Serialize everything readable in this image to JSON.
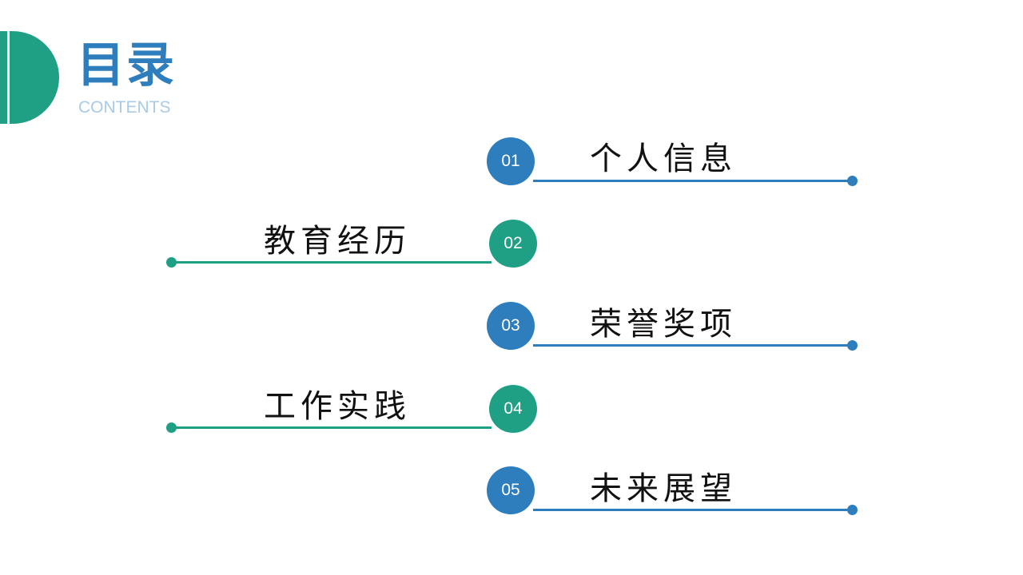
{
  "theme": {
    "blue": "#2e7dbd",
    "green": "#1fa085",
    "subtitle_color": "#a9cbe6",
    "text_color": "#111111"
  },
  "header": {
    "title": "目录",
    "subtitle": "CONTENTS"
  },
  "items": [
    {
      "number": "01",
      "label": "个人信息",
      "side": "right",
      "color": "blue"
    },
    {
      "number": "02",
      "label": "教育经历",
      "side": "left",
      "color": "green"
    },
    {
      "number": "03",
      "label": "荣誉奖项",
      "side": "right",
      "color": "blue"
    },
    {
      "number": "04",
      "label": "工作实践",
      "side": "left",
      "color": "green"
    },
    {
      "number": "05",
      "label": "未来展望",
      "side": "right",
      "color": "blue"
    }
  ]
}
